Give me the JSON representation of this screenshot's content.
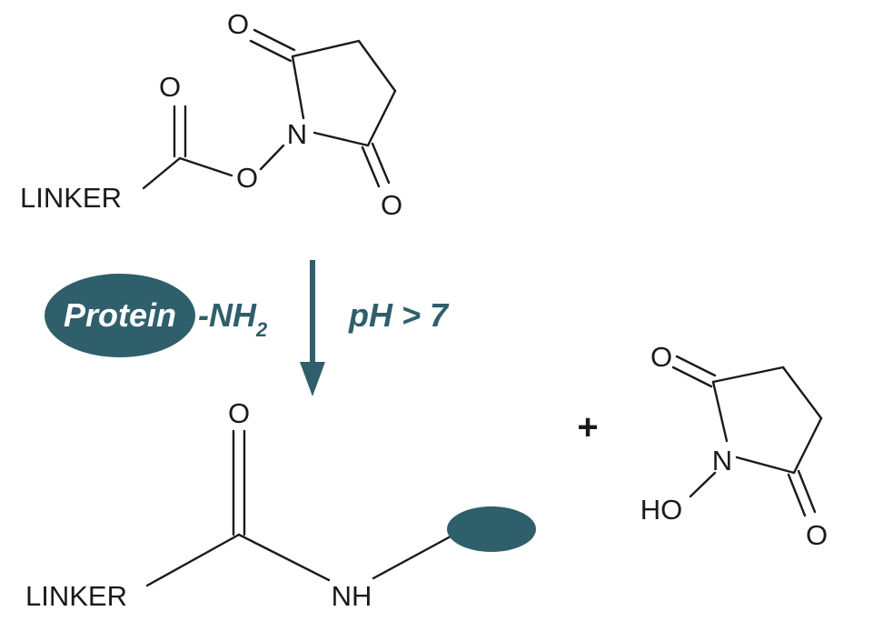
{
  "colors": {
    "accent": "#2e5f6b",
    "ink": "#1a1a1a",
    "pill_text": "#ffffff"
  },
  "reactant": {
    "linker_label": "LINKER",
    "atoms": {
      "carbonyl_o": "O",
      "ester_o": "O",
      "n": "N",
      "o_top": "O",
      "o_bottom": "O"
    }
  },
  "conditions": {
    "protein_label": "Protein",
    "amine_label": "-NH",
    "amine_subscript": "2",
    "ph_label": "pH > 7"
  },
  "product": {
    "linker_label": "LINKER",
    "atoms": {
      "carbonyl_o": "O",
      "nh": "NH"
    }
  },
  "plus_sign": "+",
  "byproduct": {
    "atoms": {
      "o_top": "O",
      "n": "N",
      "ho": "HO",
      "o_bottom": "O"
    }
  }
}
